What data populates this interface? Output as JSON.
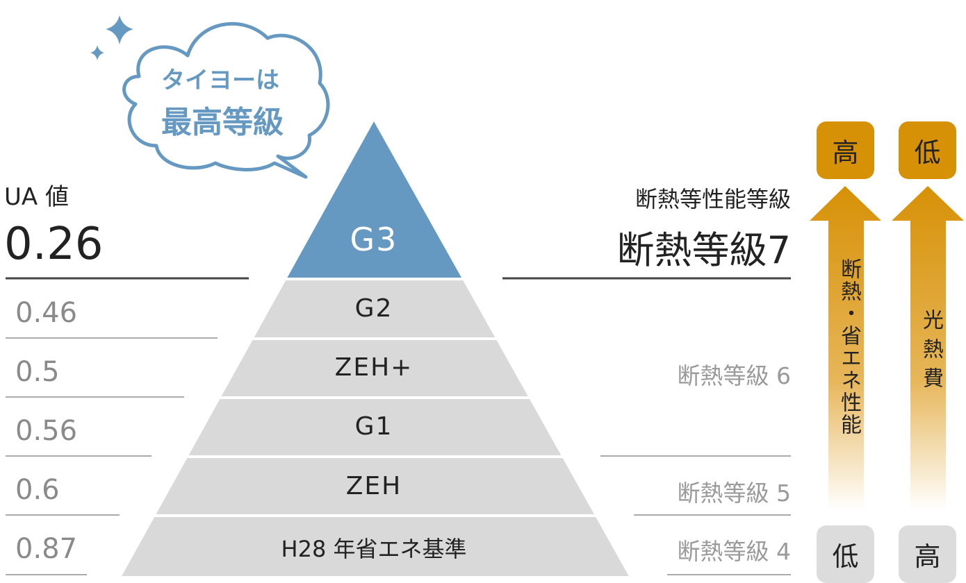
{
  "bubble": {
    "line1": "タイヨーは",
    "line2": "最高等級"
  },
  "ua": {
    "label": "UA 値",
    "top_value": "0.26",
    "values": [
      "0.46",
      "0.5",
      "0.56",
      "0.6",
      "0.87"
    ]
  },
  "pyramid": {
    "top": "G3",
    "bands": [
      "G2",
      "ZEH+",
      "G1",
      "ZEH",
      "H28 年省エネ基準"
    ]
  },
  "grade": {
    "label": "断熱等性能等級",
    "top": "断熱等級7",
    "levels": [
      "断熱等級 6",
      "断熱等級 5",
      "断熱等級 4"
    ]
  },
  "arrows": {
    "performance": {
      "top": "高",
      "bottom": "低",
      "label": "断熱・省エネ性能"
    },
    "energy_cost": {
      "top": "低",
      "bottom": "高",
      "label": "光熱費"
    }
  },
  "colors": {
    "blue": "#6699c2",
    "gray": "#d9d9d9",
    "orange": "#d69106"
  }
}
